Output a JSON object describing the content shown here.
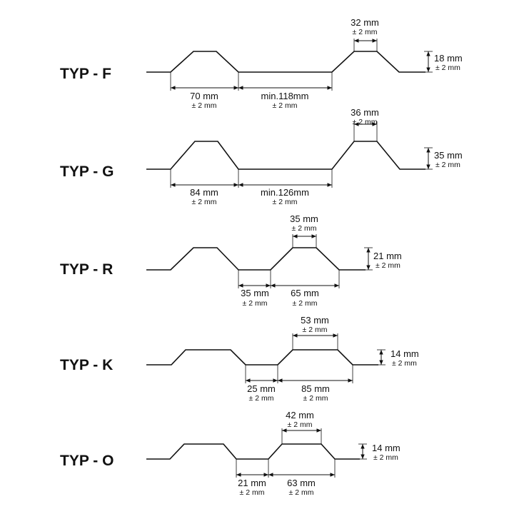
{
  "profiles": [
    {
      "name": "TYP - F",
      "dims": [
        {
          "value": "70 mm",
          "tol": "± 2 mm"
        },
        {
          "value": "min.118mm",
          "tol": "± 2 mm"
        },
        {
          "value": "32 mm",
          "tol": "± 2 mm"
        },
        {
          "value": "18 mm",
          "tol": "± 2 mm"
        }
      ]
    },
    {
      "name": "TYP - G",
      "dims": [
        {
          "value": "84 mm",
          "tol": "± 2 mm"
        },
        {
          "value": "min.126mm",
          "tol": "± 2 mm"
        },
        {
          "value": "36 mm",
          "tol": "± 2 mm"
        },
        {
          "value": "35 mm",
          "tol": "± 2 mm"
        }
      ]
    },
    {
      "name": "TYP - R",
      "dims": [
        {
          "value": "35 mm",
          "tol": "± 2 mm"
        },
        {
          "value": "65 mm",
          "tol": "± 2 mm"
        },
        {
          "value": "35 mm",
          "tol": "± 2 mm"
        },
        {
          "value": "21 mm",
          "tol": "± 2 mm"
        }
      ]
    },
    {
      "name": "TYP - K",
      "dims": [
        {
          "value": "25 mm",
          "tol": "± 2 mm"
        },
        {
          "value": "85 mm",
          "tol": "± 2 mm"
        },
        {
          "value": "53 mm",
          "tol": "± 2 mm"
        },
        {
          "value": "14 mm",
          "tol": "± 2 mm"
        }
      ]
    },
    {
      "name": "TYP - O",
      "dims": [
        {
          "value": "21 mm",
          "tol": "± 2 mm"
        },
        {
          "value": "63 mm",
          "tol": "± 2 mm"
        },
        {
          "value": "42 mm",
          "tol": "± 2 mm"
        },
        {
          "value": "14 mm",
          "tol": "± 2 mm"
        }
      ]
    }
  ]
}
